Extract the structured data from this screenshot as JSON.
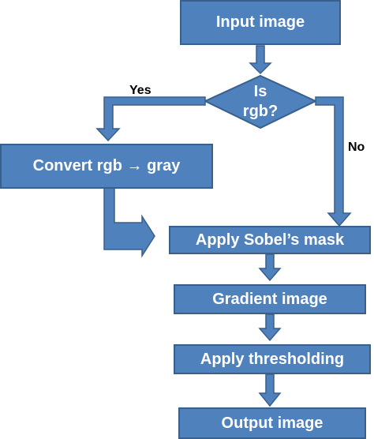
{
  "diagram": {
    "nodes": {
      "input": "Input image",
      "decision_line1": "Is",
      "decision_line2": "rgb?",
      "convert": "Convert rgb → gray",
      "sobel": "Apply Sobel’s mask",
      "gradient": "Gradient image",
      "threshold": "Apply thresholding",
      "output": "Output image"
    },
    "edges": {
      "yes_label": "Yes",
      "no_label": "No"
    },
    "colors": {
      "node_fill": "#4f81bd",
      "node_border": "#395f8c",
      "text_on_node": "#ffffff",
      "edge_label_text": "#000000"
    }
  }
}
